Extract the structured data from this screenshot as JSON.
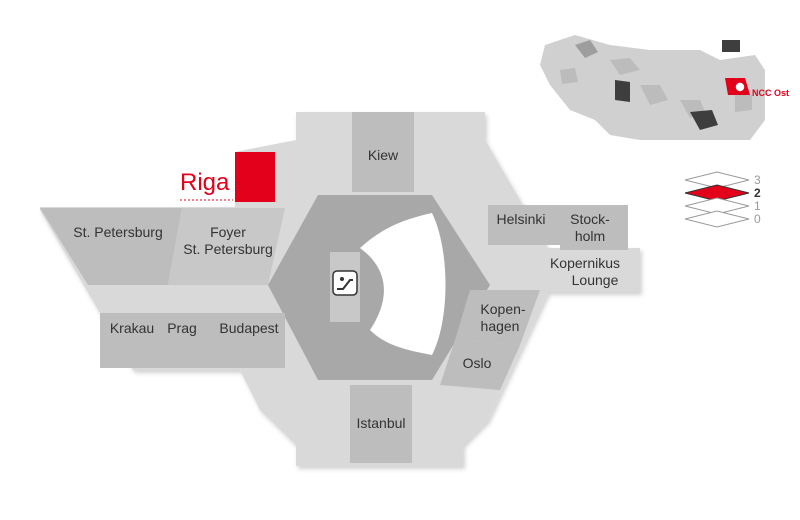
{
  "colors": {
    "accent": "#e2001a",
    "floor": "#d9d9d9",
    "room": "#bdbdbd",
    "core": "#a8a8a8",
    "text": "#333333",
    "level_inactive": "#9a9a9a"
  },
  "highlight": {
    "name": "Riga"
  },
  "rooms": {
    "kiew": "Kiew",
    "st_petersburg": "St. Petersburg",
    "foyer_line1": "Foyer",
    "foyer_line2": "St. Petersburg",
    "krakau": "Krakau",
    "prag": "Prag",
    "budapest": "Budapest",
    "helsinki": "Helsinki",
    "stockholm_line1": "Stock-",
    "stockholm_line2": "holm",
    "kopernikus_line1": "Kopernikus",
    "kopernikus_line2": "Lounge",
    "kopenhagen_line1": "Kopen-",
    "kopenhagen_line2": "hagen",
    "oslo": "Oslo",
    "istanbul": "Istanbul"
  },
  "icons": {
    "center": "escalator-icon"
  },
  "overview": {
    "label": "NCC Ost"
  },
  "levels": {
    "items": [
      "3",
      "2",
      "1",
      "0"
    ],
    "active": "2"
  }
}
